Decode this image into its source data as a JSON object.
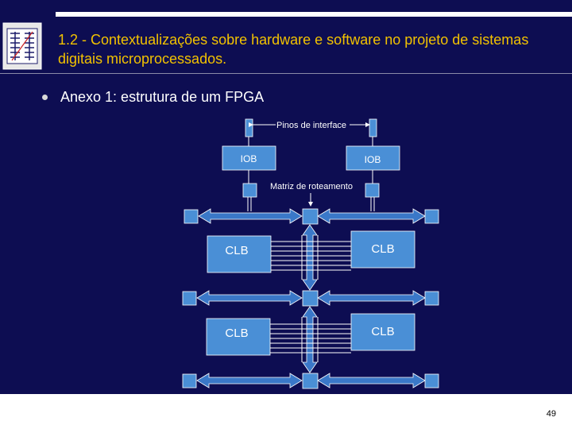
{
  "slide": {
    "title": "1.2 - Contextualizações sobre hardware e software no projeto de sistemas digitais microprocessados.",
    "bullet": "Anexo 1: estrutura de um FPGA",
    "page_number": "49"
  },
  "diagram": {
    "pin_label": "Pinos de interface",
    "iob_left": "IOB",
    "iob_right": "IOB",
    "routing_label": "Matriz de roteamento",
    "clb_top_left": "CLB",
    "clb_top_right": "CLB",
    "clb_bottom_left": "CLB",
    "clb_bottom_right": "CLB"
  },
  "colors": {
    "background": "#0d0d52",
    "title": "#f2c200",
    "block_fill": "#4a8fd6",
    "arrow_fill": "#3a78c8"
  }
}
